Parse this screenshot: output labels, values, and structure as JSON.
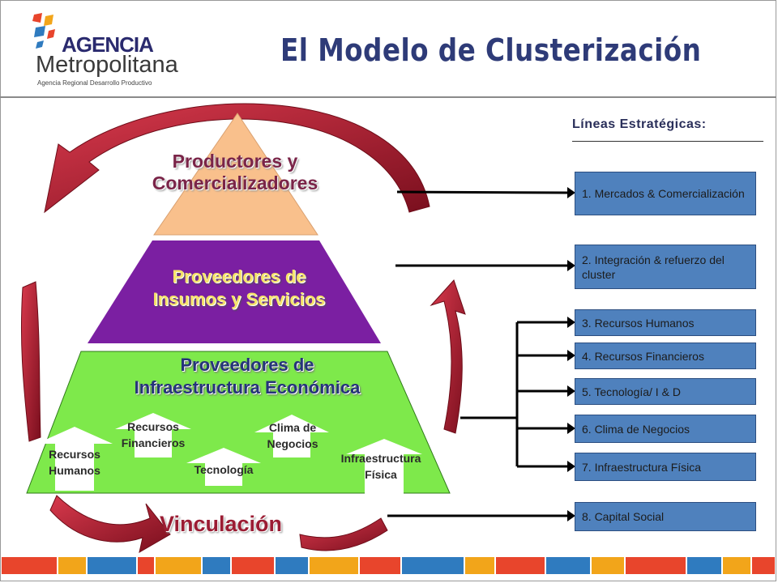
{
  "header": {
    "logo_agencia": "AGENCIA",
    "logo_metropolitana": "Metropolitana",
    "logo_subtitle": "Agencia Regional Desarrollo Productivo",
    "title": "El Modelo de Clusterización"
  },
  "pyramid": {
    "tier1_line1": "Productores y",
    "tier1_line2": "Comercializadores",
    "tier2_line1": "Proveedores de",
    "tier2_line2": "Insumos y Servicios",
    "tier3_line1": "Proveedores de",
    "tier3_line2": "Infraestructura Económica",
    "supports": {
      "rh_line1": "Recursos",
      "rh_line2": "Humanos",
      "rf_line1": "Recursos",
      "rf_line2": "Financieros",
      "tec": "Tecnología",
      "clima_line1": "Clima de",
      "clima_line2": "Negocios",
      "inf_line1": "Infraestructura",
      "inf_line2": "Física"
    },
    "vinculacion": "Vinculación"
  },
  "strategic_lines": {
    "heading": "Líneas Estratégicas:",
    "items": [
      "1. Mercados & Comercialización",
      "2. Integración & refuerzo del cluster",
      "3. Recursos Humanos",
      "4. Recursos Financieros",
      "5. Tecnología/ I & D",
      "6. Clima de Negocios",
      "7. Infraestructura Física",
      "8. Capital Social"
    ]
  },
  "colors": {
    "title": "#2e3b78",
    "tier1": "#f9c08c",
    "tier2": "#7b1fa2",
    "tier3": "#7ee94b",
    "cycle_arrow": "#a3182b",
    "box": "#4f81bd"
  }
}
